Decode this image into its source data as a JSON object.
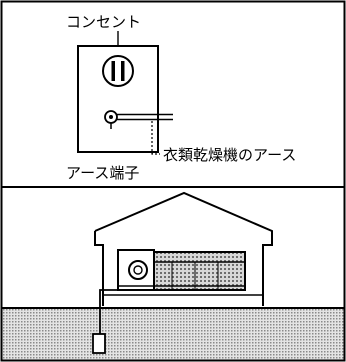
{
  "labels": {
    "outlet": "コンセント",
    "dryer_ground": "衣類乾燥機のアース",
    "ground_terminal": "アース端子"
  },
  "colors": {
    "line": "#000000",
    "background": "#ffffff",
    "ground_fill": "#c8c8c8"
  },
  "icons": {
    "outlet": "outlet-icon",
    "ground_terminal": "ground-terminal-icon",
    "house": "house-icon",
    "dryer": "clothes-dryer-icon",
    "ground_rod": "ground-rod-icon"
  }
}
